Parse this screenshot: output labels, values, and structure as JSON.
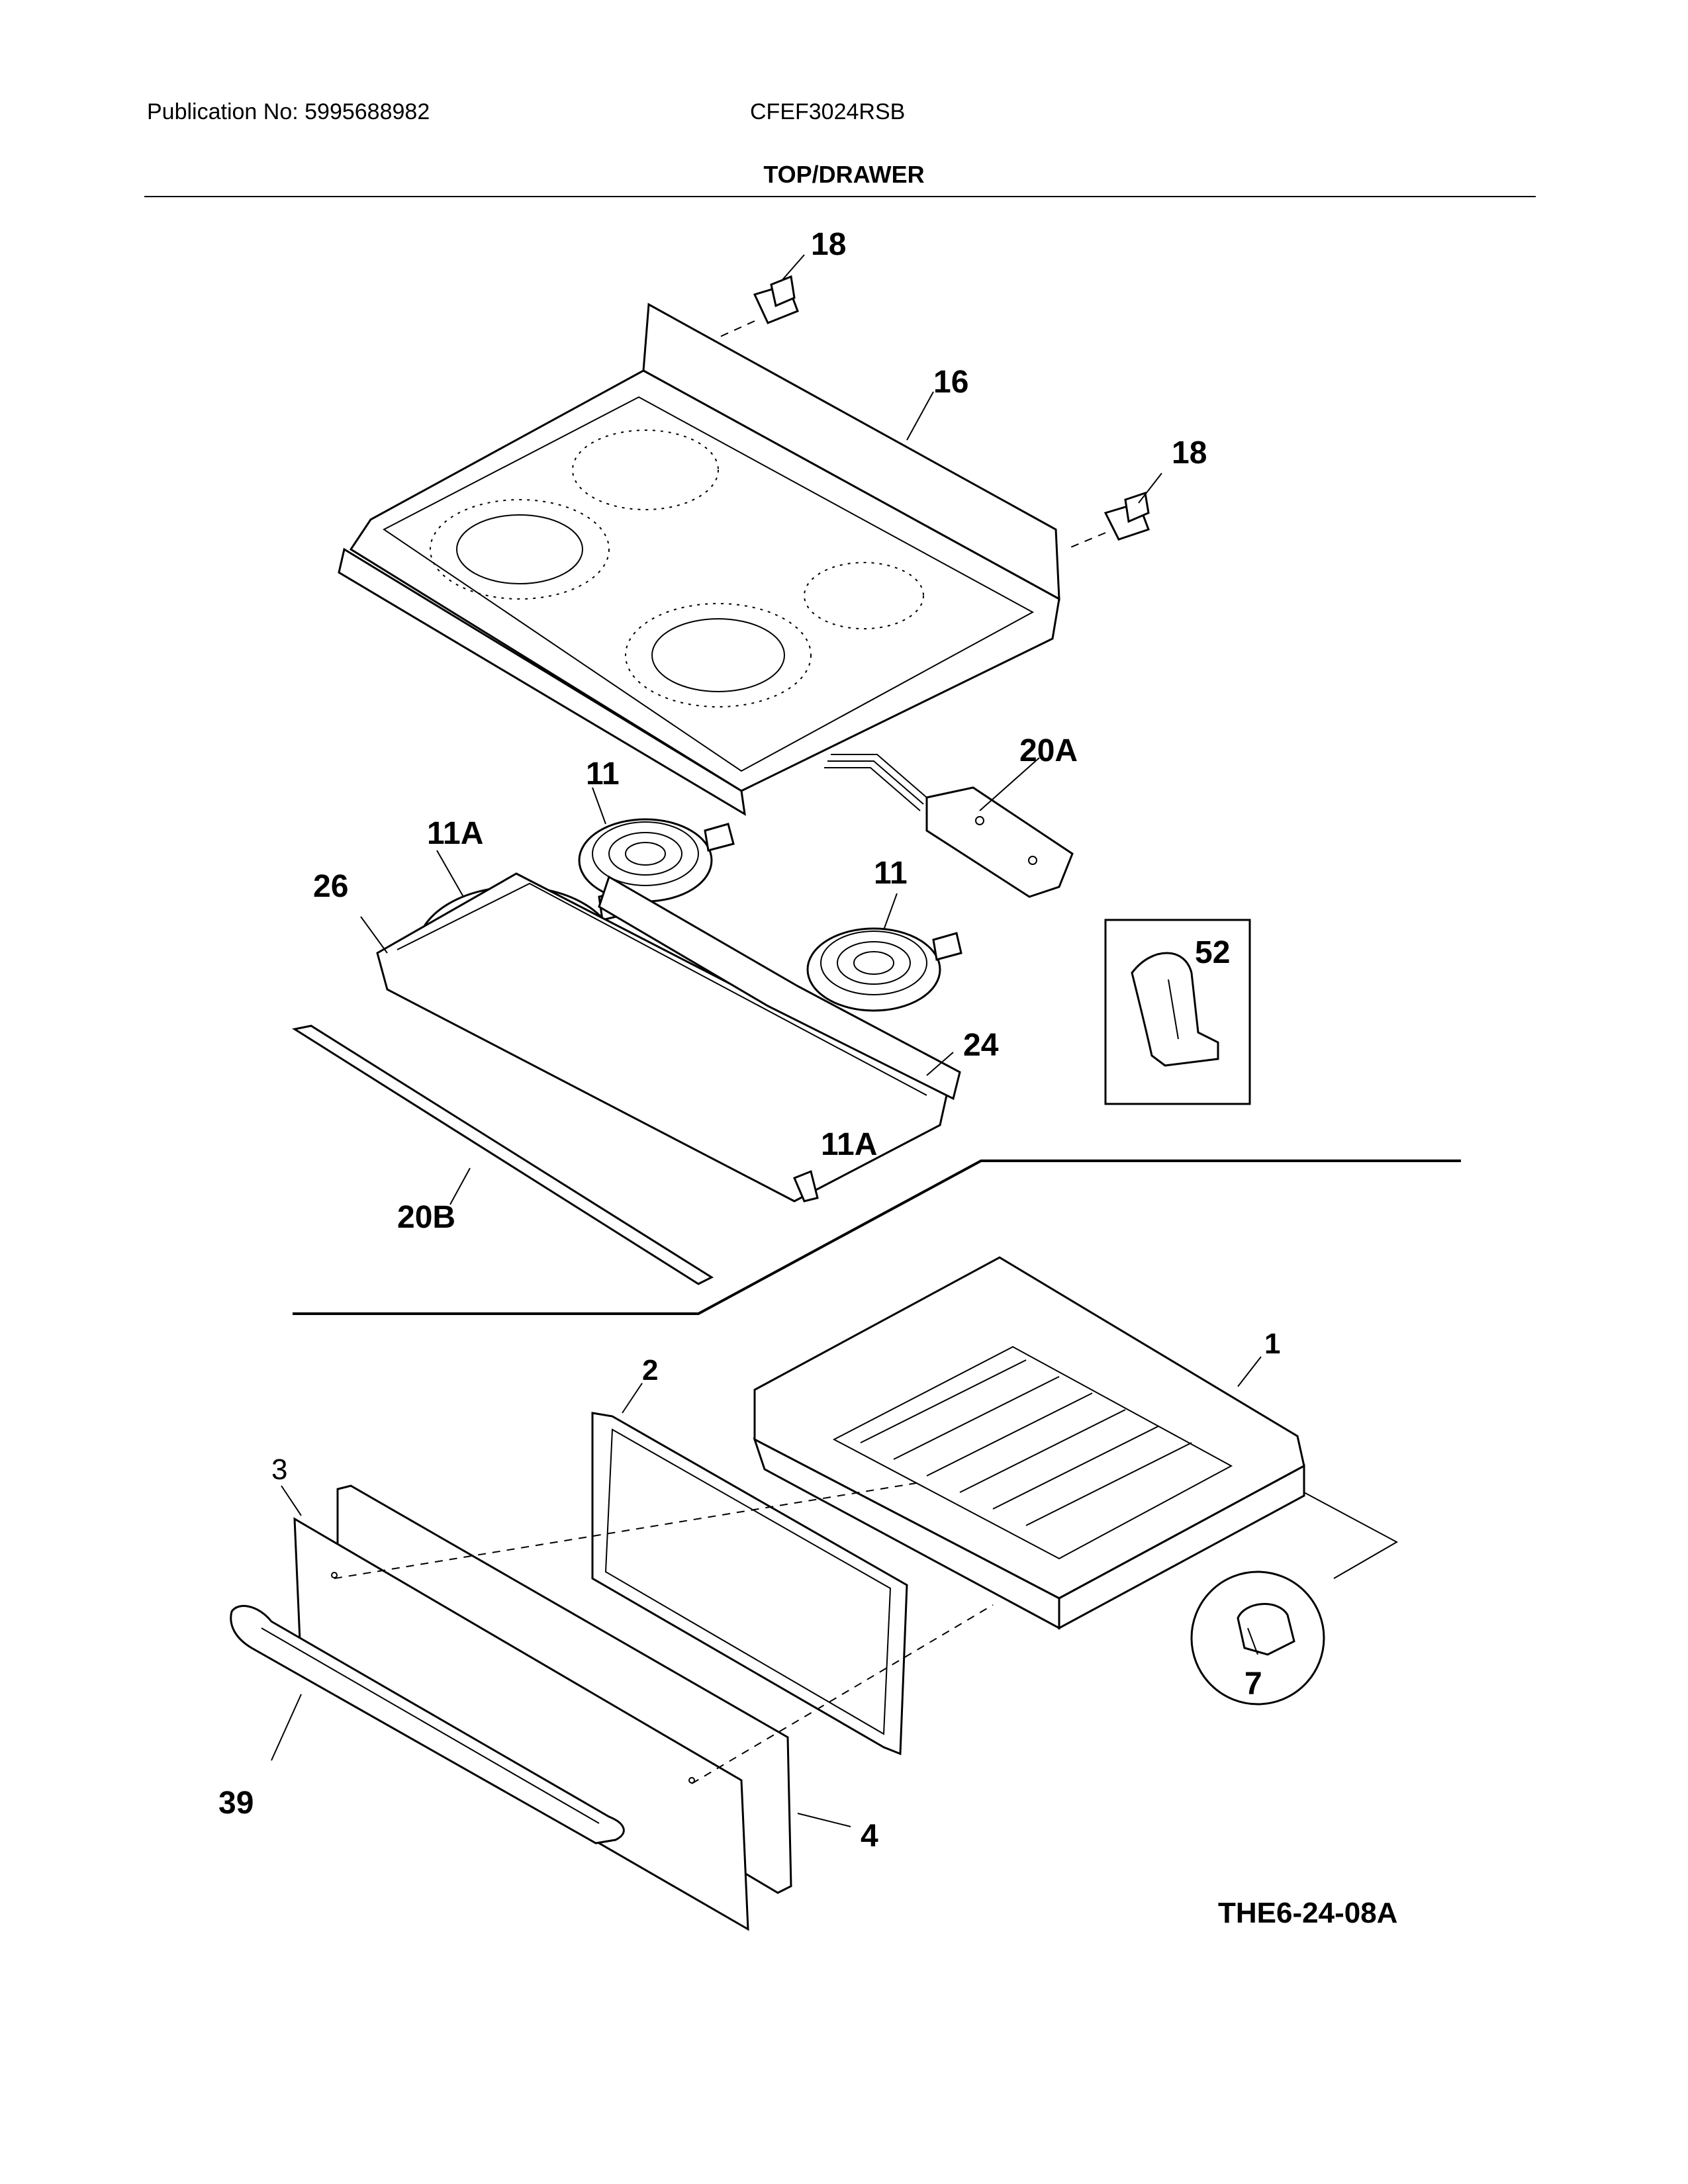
{
  "header": {
    "publication": "Publication No: 5995688982",
    "model": "CFEF3024RSB",
    "section_title": "TOP/DRAWER"
  },
  "callouts": {
    "p18a": "18",
    "p16": "16",
    "p18b": "18",
    "p20a": "20A",
    "p11a": "11",
    "p11b": "11",
    "p11a_large": "11A",
    "p26": "26",
    "p52": "52",
    "p24": "24",
    "p11a_front": "11A",
    "p20b": "20B",
    "p1": "1",
    "p2": "2",
    "p3": "3",
    "p39": "39",
    "p4": "4",
    "p7": "7"
  },
  "figure_code": "THE6-24-08A"
}
